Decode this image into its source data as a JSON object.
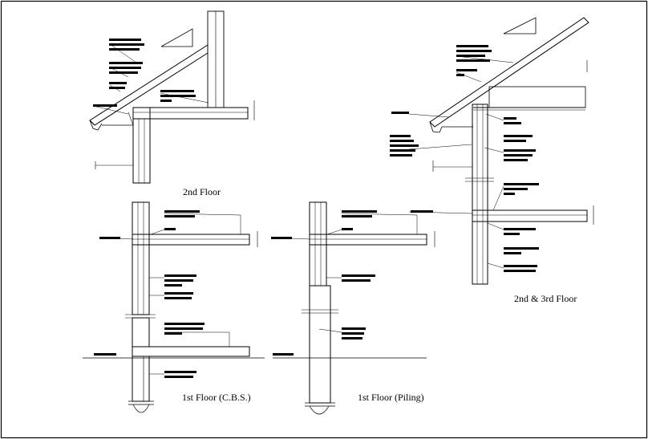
{
  "titles": {
    "second_floor": "2nd Floor",
    "second_third_floor": "2nd & 3rd Floor",
    "first_floor_cbs": "1st Floor (C.B.S.)",
    "first_floor_piling": "1st Floor (Piling)"
  },
  "colors": {
    "line": "#000000",
    "background": "#ffffff"
  }
}
